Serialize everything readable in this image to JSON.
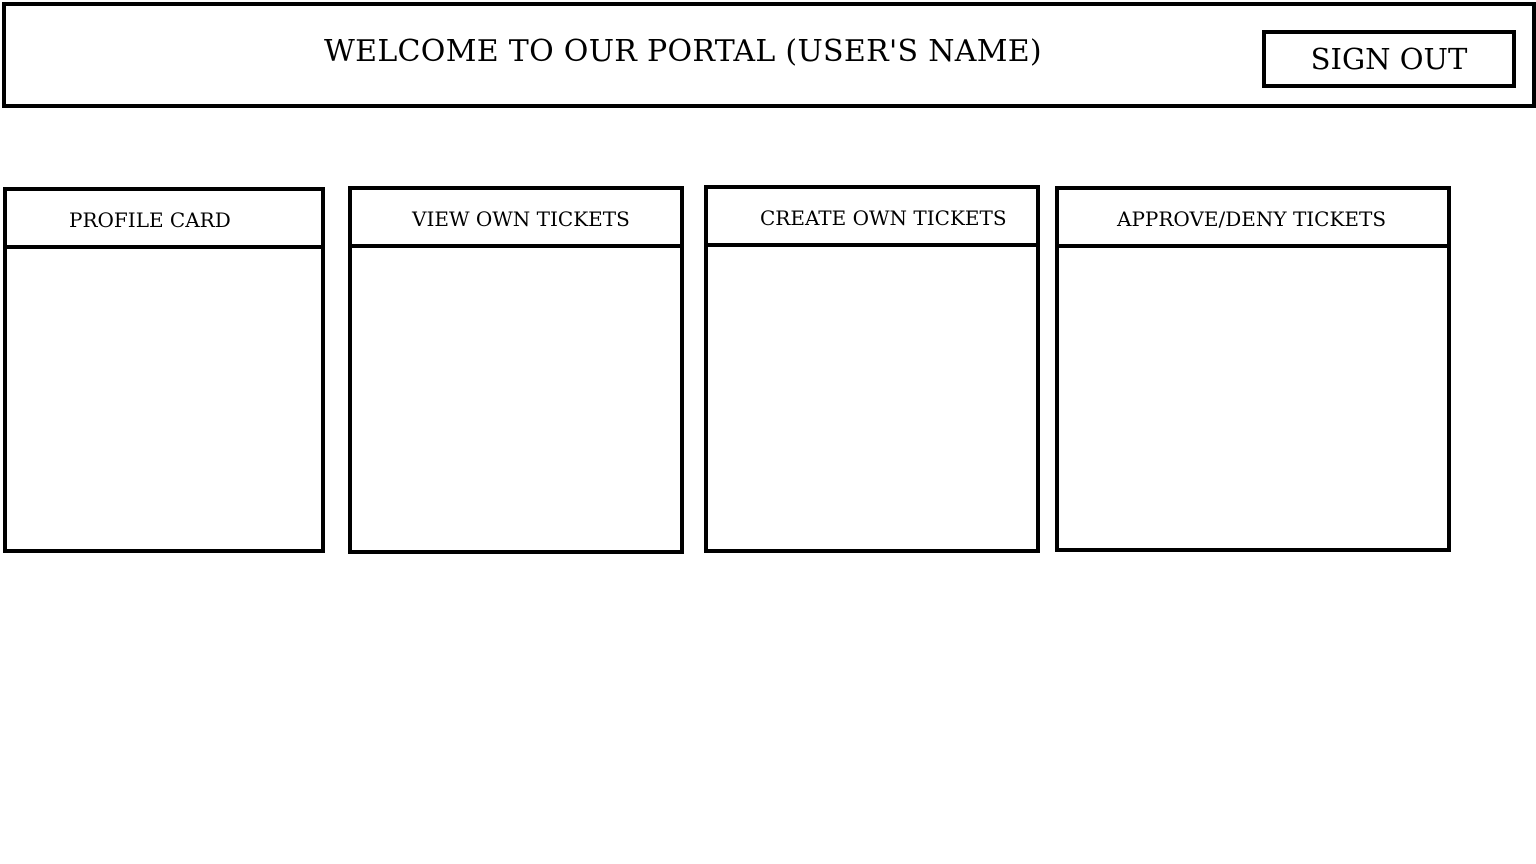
{
  "header": {
    "welcome_text": "WELCOME TO OUR PORTAL (USER'S NAME)",
    "signout_label": "SIGN OUT"
  },
  "panels": [
    {
      "title": "PROFILE CARD"
    },
    {
      "title": "VIEW OWN TICKETS"
    },
    {
      "title": "CREATE OWN TICKETS"
    },
    {
      "title": "APPROVE/DENY TICKETS"
    }
  ]
}
